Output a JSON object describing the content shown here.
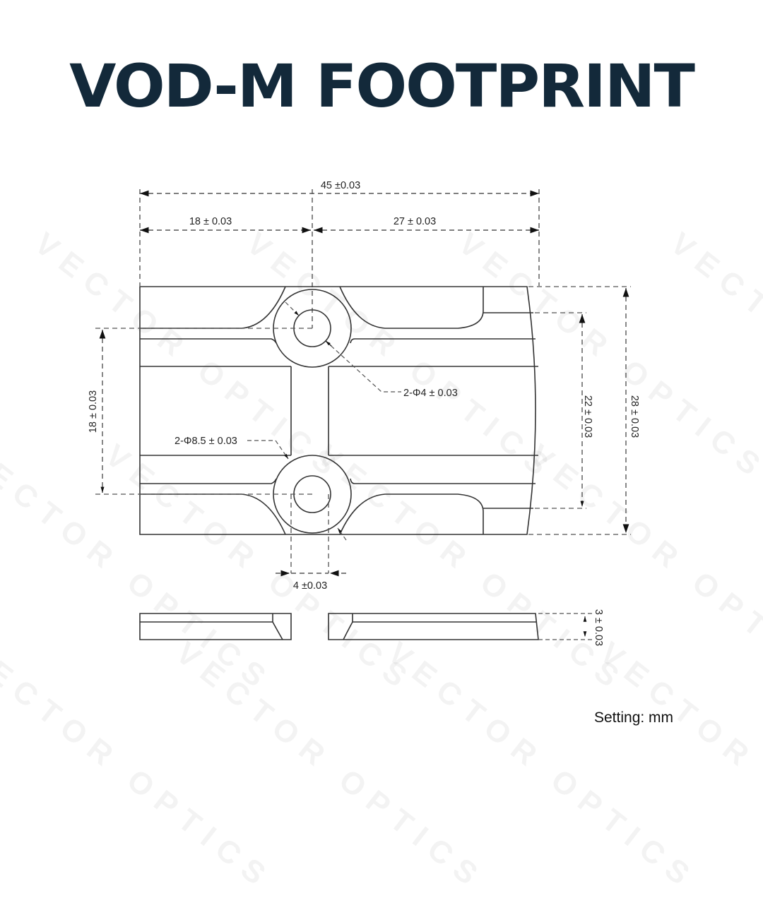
{
  "title": "VOD-M FOOTPRINT",
  "watermark_text": "VECTOR OPTICS",
  "unit_note": "Setting: mm",
  "colors": {
    "title": "#13293a",
    "line": "#333333",
    "dim_line": "#555555",
    "background": "#ffffff"
  },
  "dimensions": {
    "overall_length": "45 ±0.03",
    "left_to_hole": "18 ± 0.03",
    "hole_to_right": "27 ± 0.03",
    "hole_spacing": "18 ± 0.03",
    "inner_width": "22 ± 0.03",
    "overall_width": "28 ± 0.03",
    "hole_diameter": "2-Φ4 ± 0.03",
    "boss_diameter": "2-Φ8.5 ± 0.03",
    "web_width": "4 ±0.03",
    "thickness": "3 ± 0.03"
  }
}
